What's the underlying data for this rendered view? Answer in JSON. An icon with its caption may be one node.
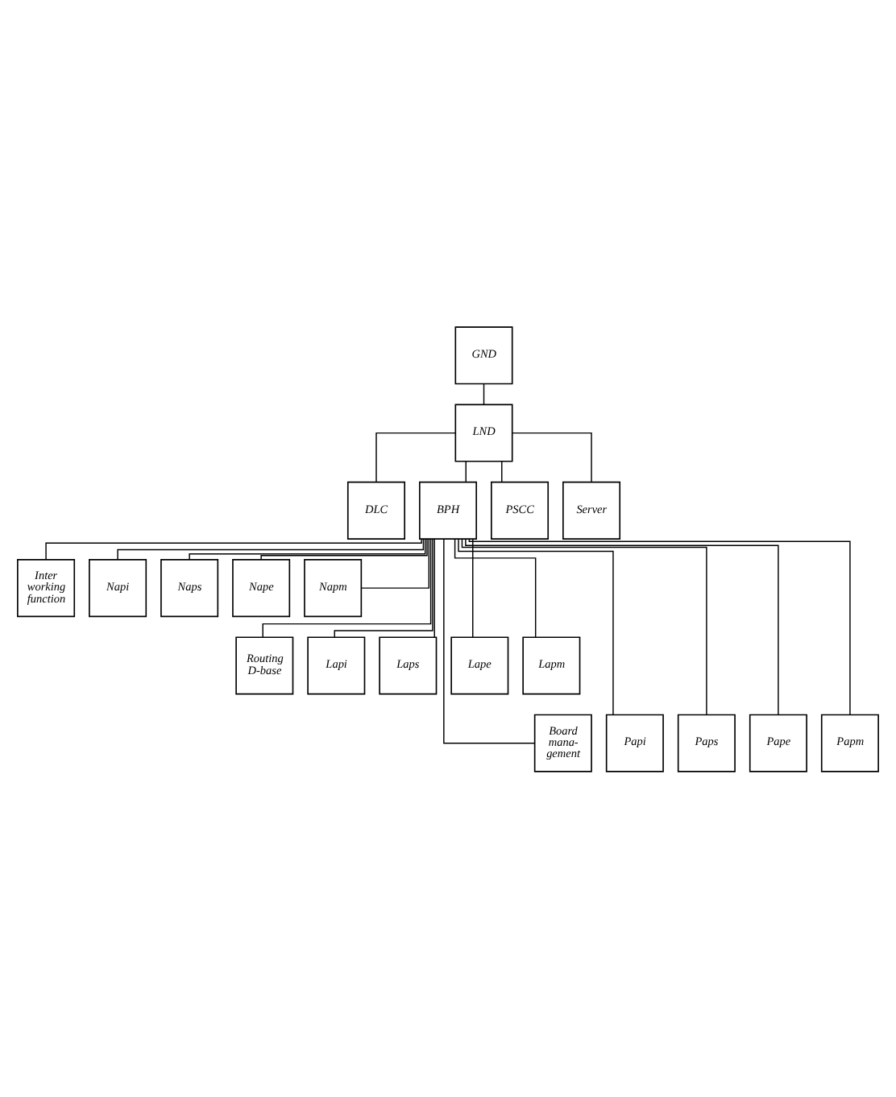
{
  "diagram": {
    "nodes": [
      {
        "text": [
          "GND"
        ]
      },
      {
        "text": [
          "LND"
        ]
      },
      {
        "text": [
          "DLC"
        ]
      },
      {
        "text": [
          "BPH"
        ]
      },
      {
        "text": [
          "PSCC"
        ]
      },
      {
        "text": [
          "Server"
        ]
      },
      {
        "text": [
          "Inter working function"
        ]
      },
      {
        "text": [
          "Napi"
        ]
      },
      {
        "text": [
          "Naps"
        ]
      },
      {
        "text": [
          "Nape"
        ]
      },
      {
        "text": [
          "Napm"
        ]
      },
      {
        "text": [
          "Routing D-base"
        ]
      },
      {
        "text": [
          "Lapi"
        ]
      },
      {
        "text": [
          "Laps"
        ]
      },
      {
        "text": [
          "Lape"
        ]
      },
      {
        "text": [
          "Lapm"
        ]
      },
      {
        "text": [
          "Board mana- gement"
        ]
      },
      {
        "text": [
          "Papi"
        ]
      },
      {
        "text": [
          "Paps"
        ]
      },
      {
        "text": [
          "Pape"
        ]
      },
      {
        "text": [
          "Papm"
        ]
      }
    ],
    "edges": [
      {
        "from": 0,
        "to": 1,
        "arrow": "none"
      },
      {
        "from": 1,
        "to": 2,
        "arrow": "none"
      },
      {
        "from": 1,
        "to": 3,
        "arrow": "none"
      },
      {
        "from": 1,
        "to": 4,
        "arrow": "none"
      },
      {
        "from": 1,
        "to": 5,
        "arrow": "none"
      },
      {
        "from": 3,
        "to": 6,
        "arrow": "none"
      },
      {
        "from": 3,
        "to": 11,
        "arrow": "none"
      },
      {
        "from": 3,
        "to": 16,
        "arrow": "none"
      },
      {
        "from": 3,
        "to": 7,
        "arrow": "none"
      },
      {
        "from": 3,
        "to": 12,
        "arrow": "none"
      },
      {
        "from": 3,
        "to": 17,
        "arrow": "none"
      },
      {
        "from": 3,
        "to": 8,
        "arrow": "none"
      },
      {
        "from": 3,
        "to": 13,
        "arrow": "none"
      },
      {
        "from": 3,
        "to": 18,
        "arrow": "none"
      },
      {
        "from": 3,
        "to": 9,
        "arrow": "none"
      },
      {
        "from": 3,
        "to": 14,
        "arrow": "none"
      },
      {
        "from": 3,
        "to": 19,
        "arrow": "none"
      },
      {
        "from": 3,
        "to": 10,
        "arrow": "none"
      },
      {
        "from": 3,
        "to": 15,
        "arrow": "none"
      },
      {
        "from": 3,
        "to": 20,
        "arrow": "none"
      }
    ]
  }
}
